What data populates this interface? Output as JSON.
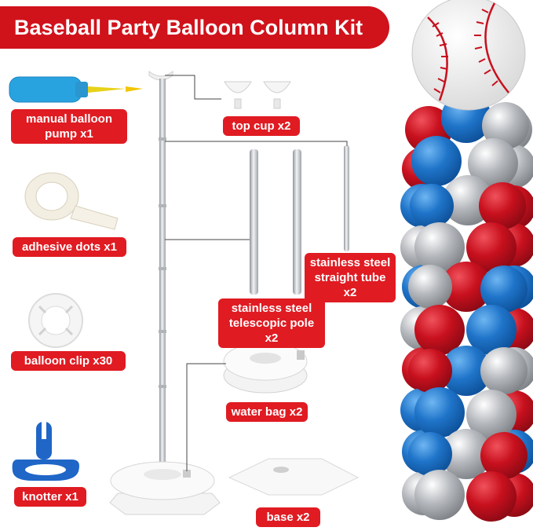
{
  "title": "Baseball Party Balloon Column Kit",
  "labels": {
    "pump": "manual balloon pump x1",
    "adhesive": "adhesive dots x1",
    "clip": "balloon clip x30",
    "knotter": "knotter x1",
    "top_cup": "top cup x2",
    "straight_tube": "stainless steel straight tube x2",
    "telescopic_pole": "stainless steel telescopic pole x2",
    "water_bag": "water bag x2",
    "base": "base x2"
  },
  "colors": {
    "accent": "#e01b22",
    "balloon_blue": "#1f74c9",
    "balloon_red": "#c8101e",
    "balloon_silver": "#b5b8bd",
    "pump_blue": "#29a3e0"
  }
}
